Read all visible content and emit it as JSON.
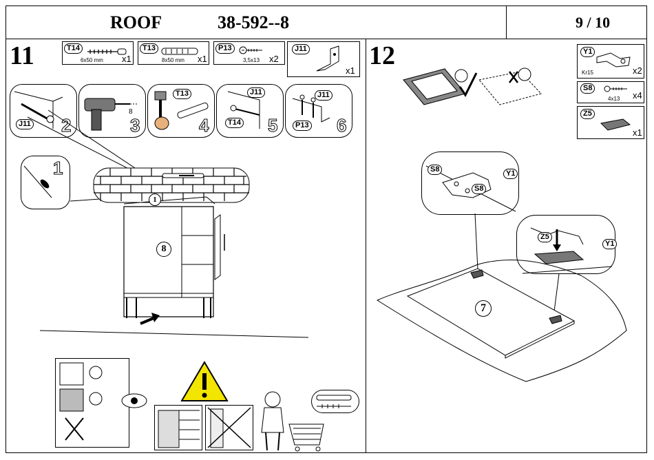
{
  "header": {
    "brand": "ROOF",
    "code": "38-592--8",
    "page": "9 / 10"
  },
  "step11": {
    "number": "11",
    "parts": [
      {
        "tag": "T14",
        "dims": "6x50 mm",
        "qty": "x1",
        "icon": "dowel-screw-icon"
      },
      {
        "tag": "T13",
        "dims": "8x50 mm",
        "qty": "x1",
        "icon": "wall-plug-icon"
      },
      {
        "tag": "P13",
        "dims": "3,5x13",
        "qty": "x2",
        "icon": "screw-icon"
      },
      {
        "tag": "J11",
        "dims": "",
        "qty": "x1",
        "icon": "angle-bracket-icon"
      }
    ],
    "substeps": [
      {
        "num": "2",
        "tags": [
          "J11"
        ]
      },
      {
        "num": "3",
        "tags": [],
        "drill_size": "8"
      },
      {
        "num": "4",
        "tags": [
          "T13"
        ]
      },
      {
        "num": "5",
        "tags": [
          "J11",
          "T14"
        ]
      },
      {
        "num": "6",
        "tags": [
          "J11",
          "P13"
        ]
      }
    ],
    "detail_num": "1",
    "wall_label": "1",
    "cabinet_label": "8"
  },
  "step12": {
    "number": "12",
    "parts": [
      {
        "tag": "Y1",
        "dims": "Kr15",
        "qty": "x2",
        "icon": "hinge-icon"
      },
      {
        "tag": "S8",
        "dims": "4x13",
        "qty": "x4",
        "icon": "screw-icon"
      },
      {
        "tag": "Z5",
        "dims": "",
        "qty": "x1",
        "icon": "hinge-cap-icon"
      }
    ],
    "callout_top_tags": [
      "S8",
      "Y1",
      "S8"
    ],
    "callout_bottom_tags": [
      "Z5",
      "Y1"
    ],
    "door_label": "7"
  }
}
